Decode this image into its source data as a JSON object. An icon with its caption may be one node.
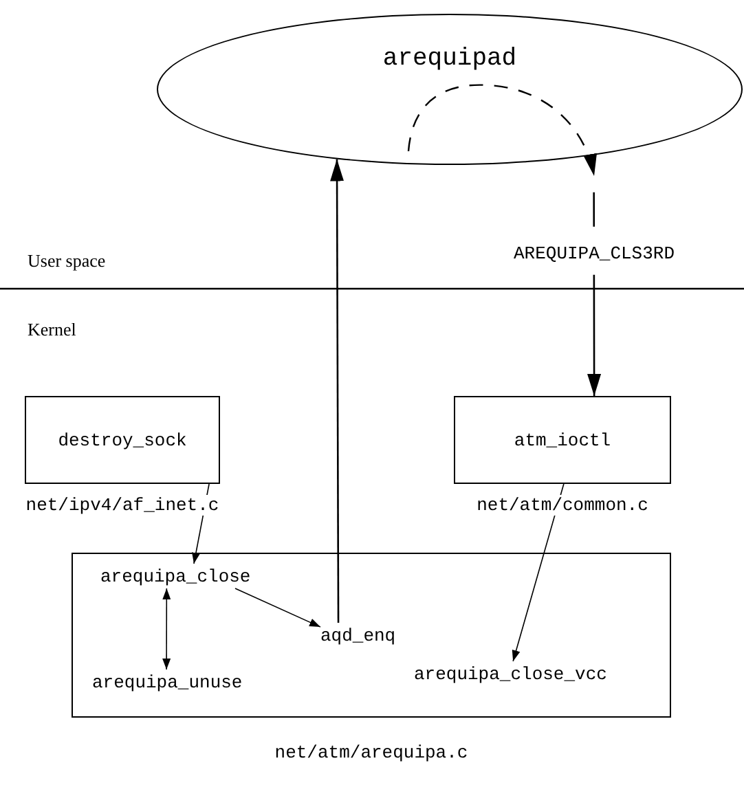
{
  "diagram": {
    "nodes": [
      {
        "text": [
          "arequipad"
        ]
      },
      {
        "text": [
          "destroy_sock"
        ],
        "beside": [
          "net/ipv4/af_inet.c"
        ]
      },
      {
        "text": [
          "atm_ioctl"
        ],
        "beside": [
          "net/atm/common.c"
        ]
      },
      {
        "text": [],
        "shape": "box",
        "beside": [
          "net/atm/arequipa.c"
        ]
      },
      {
        "text": [
          "arequipa_close"
        ],
        "in": 3
      },
      {
        "text": [
          "aqd_enq"
        ],
        "in": 3
      },
      {
        "text": [
          "arequipa_unuse"
        ],
        "in": 3
      },
      {
        "text": [
          "arequipa_close_vcc"
        ],
        "in": 3
      }
    ],
    "edges": [
      {
        "from": 1,
        "to": 4,
        "arrow": "to"
      },
      {
        "from": 4,
        "to": 5,
        "arrow": "to"
      },
      {
        "from": 4,
        "to": 6,
        "arrow": "both"
      },
      {
        "from": 5,
        "to": 0,
        "arrow": "to"
      },
      {
        "from": 2,
        "to": 7,
        "arrow": "to"
      },
      {
        "from": 0,
        "to": 2,
        "arrow": "to",
        "label": "AREQUIPA_CLS3RD",
        "style": "dashed"
      }
    ],
    "labels": [
      "User space",
      "Kernel"
    ]
  }
}
